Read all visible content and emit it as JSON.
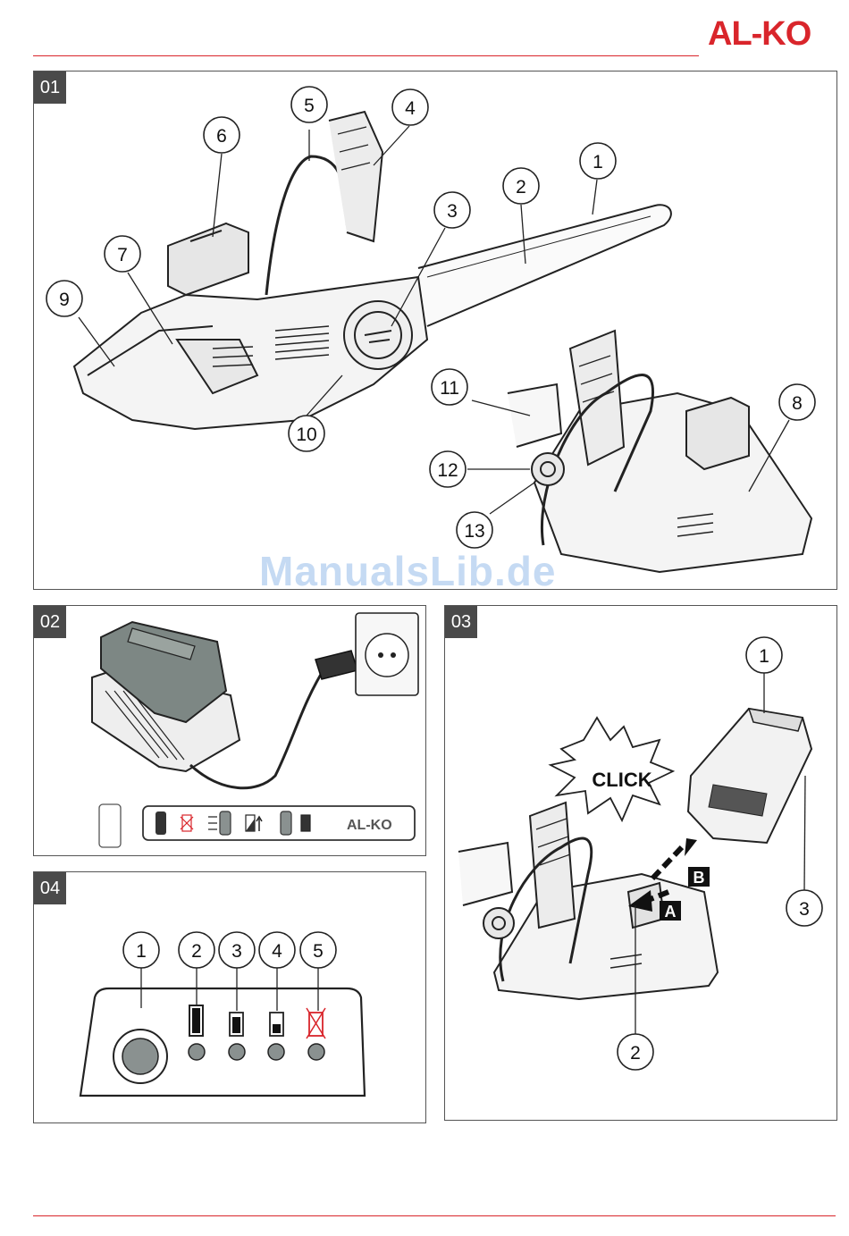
{
  "brand": {
    "logo_text": "AL-KO",
    "color": "#d9252b"
  },
  "watermark": "ManualsLib.de",
  "panels": {
    "p01": {
      "number": "01",
      "callouts": [
        "1",
        "2",
        "3",
        "4",
        "5",
        "6",
        "7",
        "8",
        "9",
        "10",
        "11",
        "12",
        "13"
      ]
    },
    "p02": {
      "number": "02",
      "charger_brand": "AL-KO"
    },
    "p03": {
      "number": "03",
      "callouts": [
        "1",
        "2",
        "3"
      ],
      "click_text": "CLICK",
      "step_a": "A",
      "step_b": "B"
    },
    "p04": {
      "number": "04",
      "callouts": [
        "1",
        "2",
        "3",
        "4",
        "5"
      ]
    }
  },
  "icons": [
    "battery-icon",
    "charging-icon",
    "plug-icon",
    "socket-icon",
    "chainsaw-icon"
  ]
}
